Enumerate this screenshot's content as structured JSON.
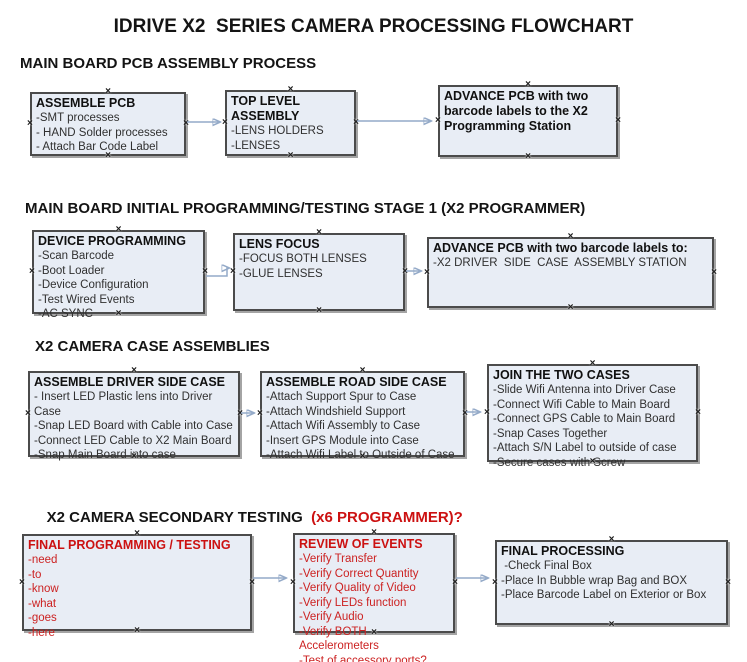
{
  "title": "IDRIVE X2  SERIES CAMERA PROCESSING FLOWCHART",
  "colors": {
    "box_fill": "#e8edf5",
    "box_border": "#4b4b4b",
    "connector_line": "#94aac8",
    "connector_arrowhead": "#2e4d8e",
    "red_text": "#cc1111"
  },
  "sections": [
    {
      "heading": "MAIN BOARD PCB ASSEMBLY PROCESS",
      "boxes": [
        {
          "title": "ASSEMBLE PCB",
          "items": [
            "-SMT processes",
            "- HAND Solder processes",
            "- Attach Bar Code Label"
          ]
        },
        {
          "title": "TOP LEVEL ASSEMBLY",
          "items": [
            "-LENS HOLDERS",
            "-LENSES"
          ]
        },
        {
          "title": "ADVANCE PCB with two barcode labels to the X2 Programming Station",
          "items": []
        }
      ]
    },
    {
      "heading": "MAIN BOARD INITIAL PROGRAMMING/TESTING STAGE 1 (X2 PROGRAMMER)",
      "boxes": [
        {
          "title": "DEVICE PROGRAMMING",
          "items": [
            "-Scan Barcode",
            "-Boot Loader",
            "-Device Configuration",
            "-Test Wired Events",
            "-AC SYNC"
          ]
        },
        {
          "title": "LENS FOCUS",
          "items": [
            "-FOCUS BOTH LENSES",
            "-GLUE LENSES"
          ]
        },
        {
          "title": "ADVANCE PCB with two barcode labels to:",
          "items": [
            "-X2 DRIVER  SIDE  CASE  ASSEMBLY STATION"
          ]
        }
      ]
    },
    {
      "heading": "X2 CAMERA CASE ASSEMBLIES",
      "boxes": [
        {
          "title": "ASSEMBLE DRIVER SIDE CASE",
          "items": [
            "- Insert LED Plastic lens into Driver Case",
            "-Snap LED Board with Cable into Case",
            "-Connect LED Cable to X2 Main Board",
            "-Snap Main Board into case"
          ]
        },
        {
          "title": "ASSEMBLE ROAD SIDE CASE",
          "items": [
            "-Attach Support Spur to Case",
            "-Attach Windshield Support",
            "-Attach Wifi Assembly to Case",
            "-Insert GPS Module into Case",
            "-Attach Wifi Label to Outside of Case"
          ]
        },
        {
          "title": "JOIN THE TWO CASES",
          "items": [
            "-Slide Wifi Antenna into Driver Case",
            "-Connect Wifi Cable to Main Board",
            "-Connect GPS Cable to Main Board",
            "-Snap Cases Together",
            "-Attach S/N Label to outside of case",
            "-Secure cases with Screw"
          ]
        }
      ]
    },
    {
      "heading": "X2 CAMERA SECONDARY TESTING ",
      "heading_red": " (x6 PROGRAMMER)?",
      "boxes": [
        {
          "title": "FINAL PROGRAMMING / TESTING",
          "items": [
            "-need",
            "-to",
            "-know",
            "-what",
            "-goes",
            "-here"
          ]
        },
        {
          "title": "REVIEW OF EVENTS",
          "items": [
            "-Verify Transfer",
            "-Verify Correct Quantity",
            "-Verify Quality of Video",
            "-Verify LEDs function",
            "-Verify Audio",
            "-Verify BOTH Accelerometers",
            "-Test of accessory ports?"
          ]
        },
        {
          "title": "FINAL PROCESSING",
          "items": [
            " -Check Final Box",
            "-Place In Bubble wrap Bag and BOX",
            "-Place Barcode Label on Exterior or Box"
          ]
        }
      ]
    }
  ]
}
